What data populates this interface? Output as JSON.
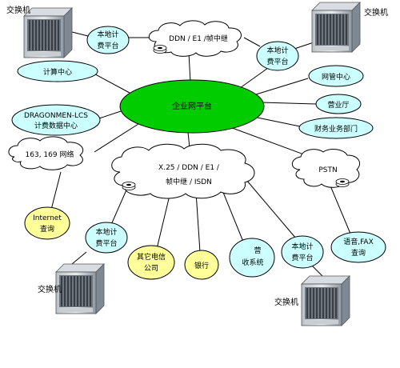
{
  "switch_labels": {
    "top_left": "交换机",
    "top_right": "交换机",
    "bottom_left": "交换机",
    "bottom_right": "交换机"
  },
  "billing_platforms": {
    "top_left": [
      "本地计",
      "费平台"
    ],
    "top_right": [
      "本地计",
      "费平台"
    ],
    "bottom_left": [
      "本地计",
      "费平台"
    ],
    "bottom_right": [
      "本地计",
      "费平台"
    ]
  },
  "networks": {
    "ddn_top": "DDN / E1 /帧中继",
    "net_163": "163, 169 网络",
    "x25": [
      "X.25 / DDN / E1 /",
      "帧中继 / ISDN"
    ],
    "pstn": "PSTN"
  },
  "hub": "企业网平台",
  "nodes": {
    "billing_center": "计算中心",
    "dragon_lcs": [
      "DRAGONMEN-LCS",
      "计费数据中心"
    ],
    "network_mgmt": "网管中心",
    "business_hall": "营业厅",
    "finance": "财务业务部门",
    "internet_query": [
      "Internet",
      "查询"
    ],
    "other_telecom": [
      "其它电信",
      "公司"
    ],
    "bank": "银行",
    "collection": [
      "营",
      "收系统"
    ],
    "voice_fax": [
      "语音,FAX",
      "查询"
    ]
  },
  "colors": {
    "hub_fill": "#00cc00",
    "node_fill": "#ccffff",
    "yellow_fill": "#ffff99",
    "line": "#000000"
  }
}
